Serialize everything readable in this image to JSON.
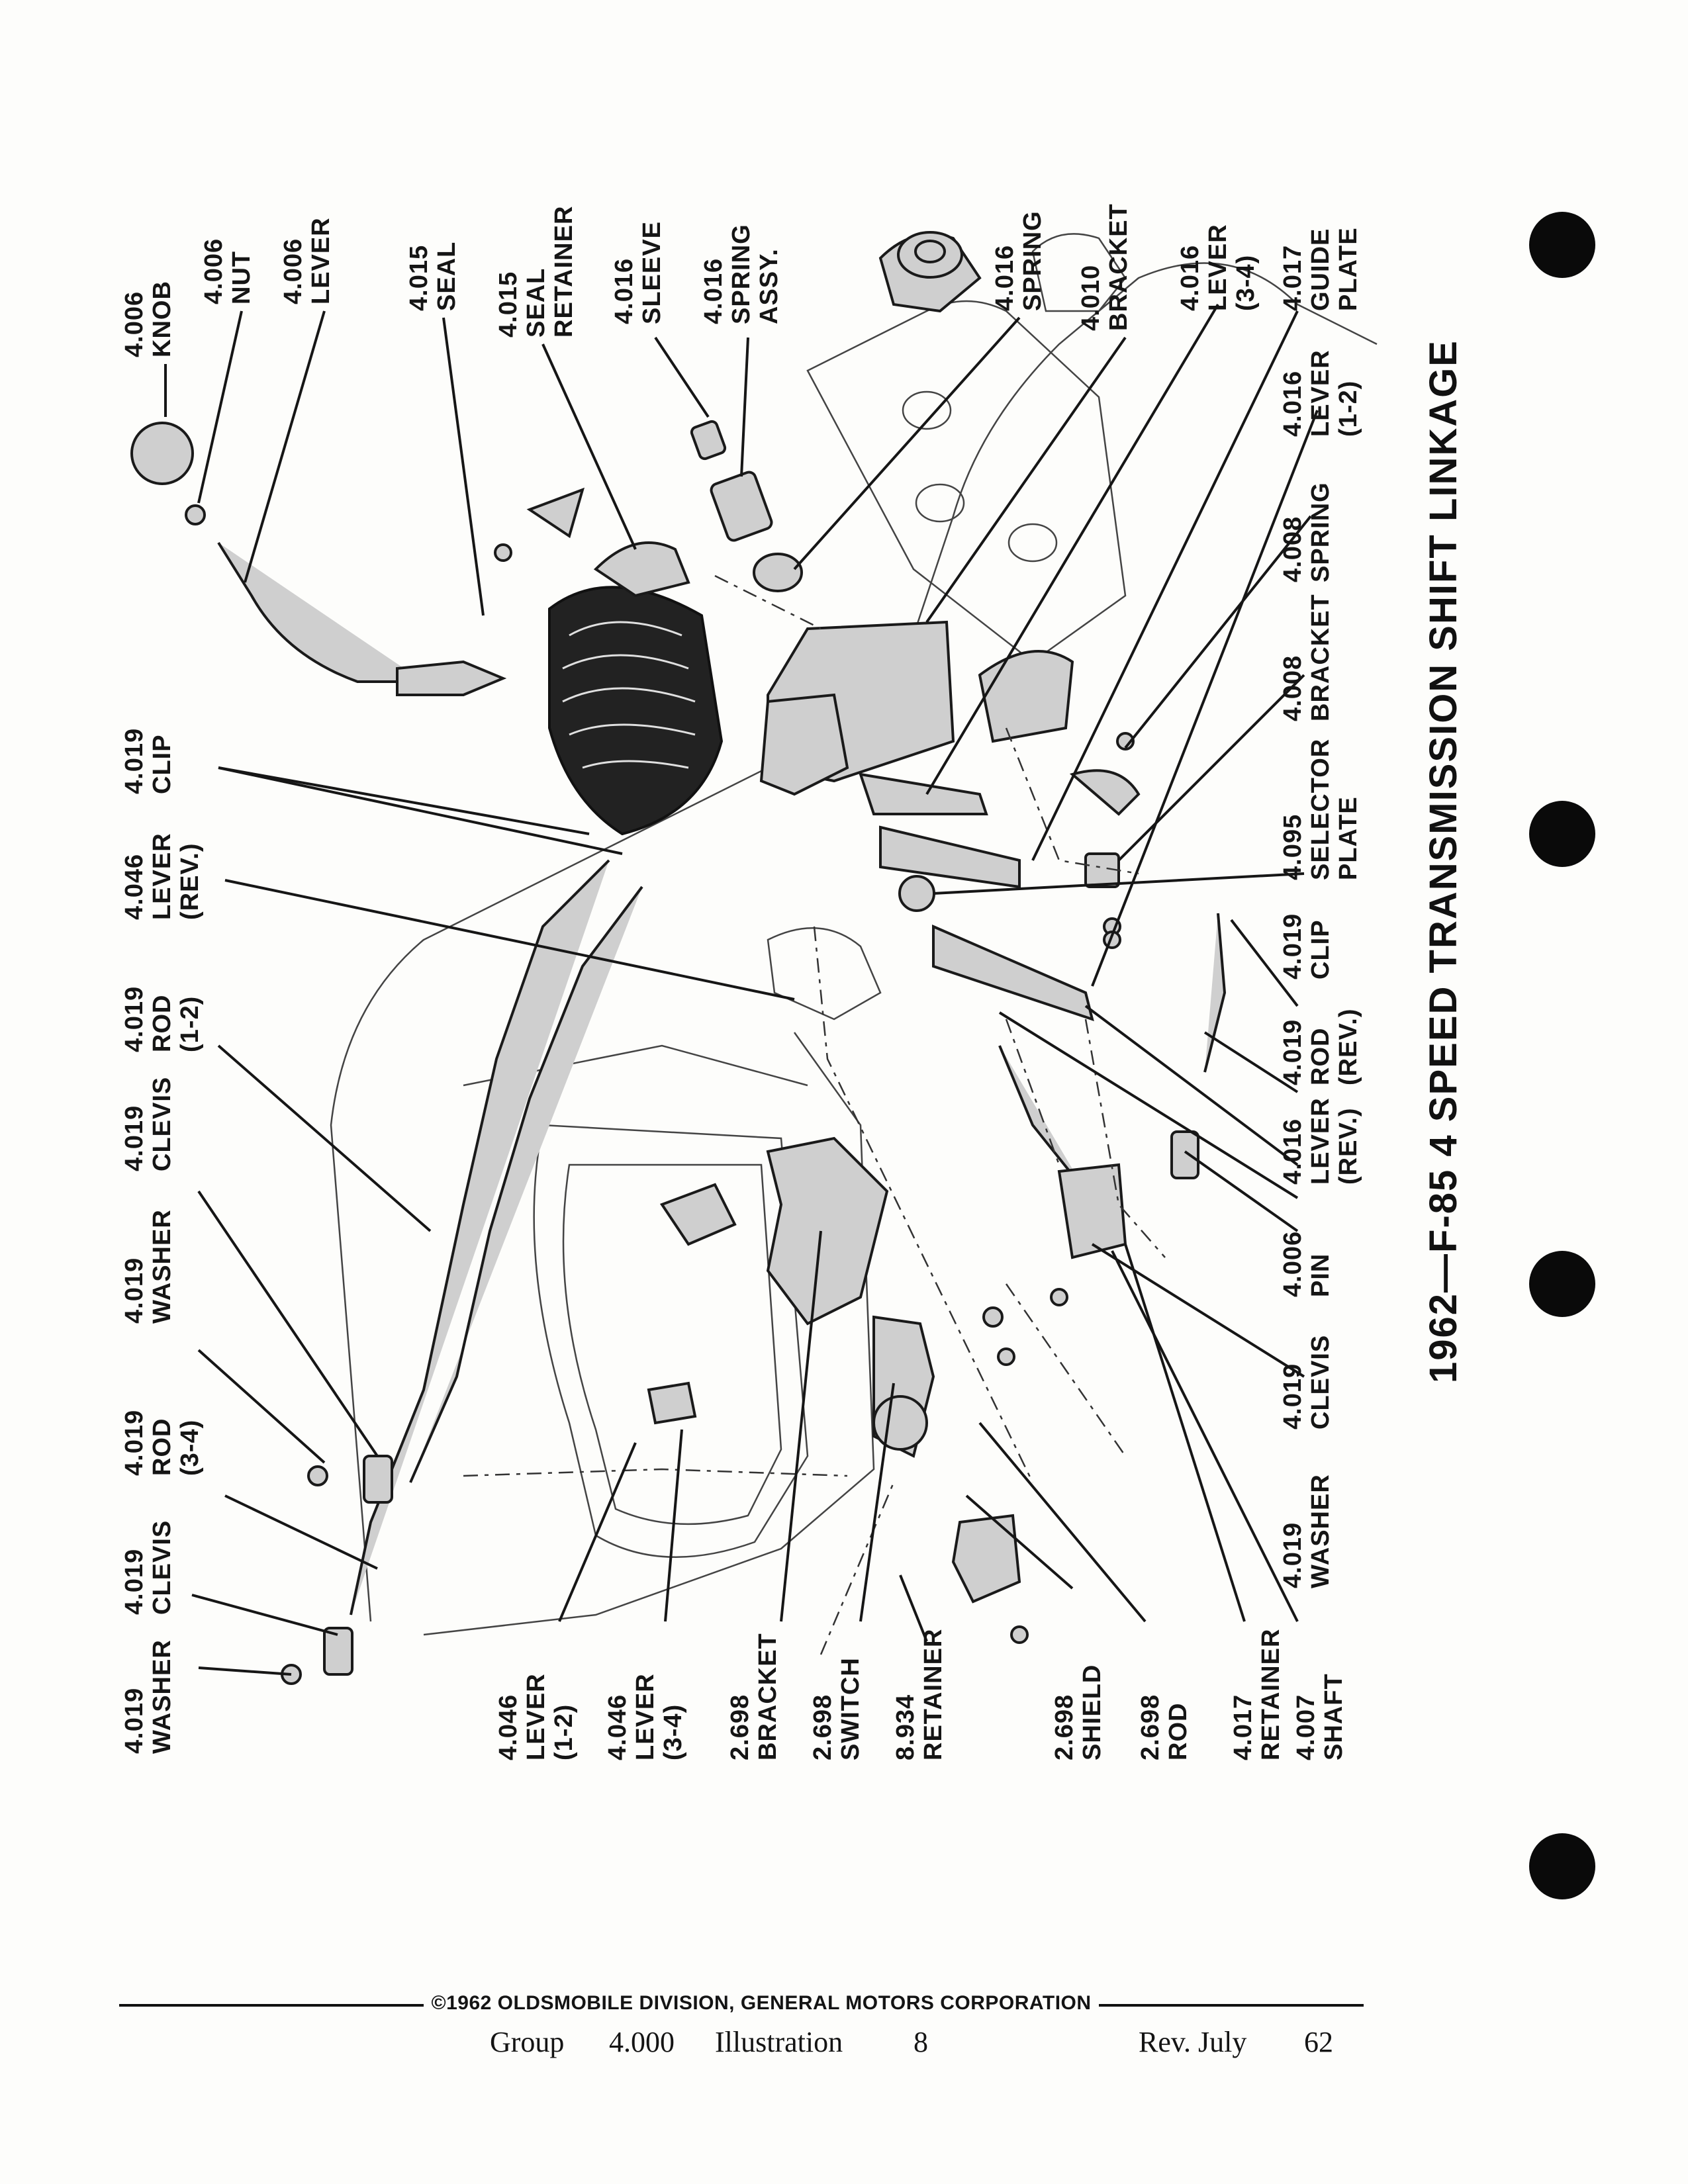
{
  "title": "1962—F-85 4 SPEED TRANSMISSION SHIFT LINKAGE",
  "footer": {
    "copyright": "©1962 OLDSMOBILE DIVISION, GENERAL MOTORS CORPORATION",
    "group_label": "Group",
    "group_value": "4.000",
    "illustration_label": "Illustration",
    "illustration_value": "8",
    "rev_label": "Rev. July",
    "rev_value": "62"
  },
  "labels": {
    "top": [
      {
        "lines": [
          "4.006",
          "KNOB"
        ]
      },
      {
        "lines": [
          "4.006",
          "NUT"
        ]
      },
      {
        "lines": [
          "4.006",
          "LEVER"
        ]
      },
      {
        "lines": [
          "4.015",
          "SEAL"
        ]
      },
      {
        "lines": [
          "4.015",
          "SEAL",
          "RETAINER"
        ]
      },
      {
        "lines": [
          "4.016",
          "SLEEVE"
        ]
      },
      {
        "lines": [
          "4.016",
          "SPRING",
          "ASSY."
        ]
      },
      {
        "lines": [
          "4.016",
          "SPRING"
        ]
      },
      {
        "lines": [
          "4.010",
          "BRACKET"
        ]
      },
      {
        "lines": [
          "4.016",
          "LEVER",
          "(3-4)"
        ]
      },
      {
        "lines": [
          "4.017",
          "GUIDE",
          "PLATE"
        ]
      }
    ],
    "left": [
      {
        "lines": [
          "4.006",
          "KNOB"
        ]
      },
      {
        "lines": [
          "4.019",
          "CLIP"
        ]
      },
      {
        "lines": [
          "4.046",
          "LEVER",
          "(REV.)"
        ]
      },
      {
        "lines": [
          "4.019",
          "ROD",
          "(1-2)"
        ]
      },
      {
        "lines": [
          "4.019",
          "CLEVIS"
        ]
      },
      {
        "lines": [
          "4.019",
          "WASHER"
        ]
      },
      {
        "lines": [
          "4.019",
          "ROD",
          "(3-4)"
        ]
      },
      {
        "lines": [
          "4.019",
          "CLEVIS"
        ]
      },
      {
        "lines": [
          "4.019",
          "WASHER"
        ]
      }
    ],
    "right": [
      {
        "lines": [
          "4.016",
          "LEVER",
          "(1-2)"
        ]
      },
      {
        "lines": [
          "4.008",
          "SPRING"
        ]
      },
      {
        "lines": [
          "4.008",
          "BRACKET"
        ]
      },
      {
        "lines": [
          "4.095",
          "SELECTOR",
          "PLATE"
        ]
      },
      {
        "lines": [
          "4.019",
          "CLIP"
        ]
      },
      {
        "lines": [
          "4.019",
          "ROD",
          "(REV.)"
        ]
      },
      {
        "lines": [
          "4.016",
          "LEVER",
          "(REV.)"
        ]
      },
      {
        "lines": [
          "4.006",
          "PIN"
        ]
      },
      {
        "lines": [
          "4.019",
          "CLEVIS"
        ]
      },
      {
        "lines": [
          "4.019",
          "WASHER"
        ]
      }
    ],
    "bottom": [
      {
        "lines": [
          "4.046",
          "LEVER",
          "(1-2)"
        ]
      },
      {
        "lines": [
          "4.046",
          "LEVER",
          "(3-4)"
        ]
      },
      {
        "lines": [
          "2.698",
          "BRACKET"
        ]
      },
      {
        "lines": [
          "2.698",
          "SWITCH"
        ]
      },
      {
        "lines": [
          "8.934",
          "RETAINER"
        ]
      },
      {
        "lines": [
          "2.698",
          "SHIELD"
        ]
      },
      {
        "lines": [
          "2.698",
          "ROD"
        ]
      },
      {
        "lines": [
          "4.017",
          "RETAINER"
        ]
      },
      {
        "lines": [
          "4.007",
          "SHAFT"
        ]
      }
    ]
  }
}
